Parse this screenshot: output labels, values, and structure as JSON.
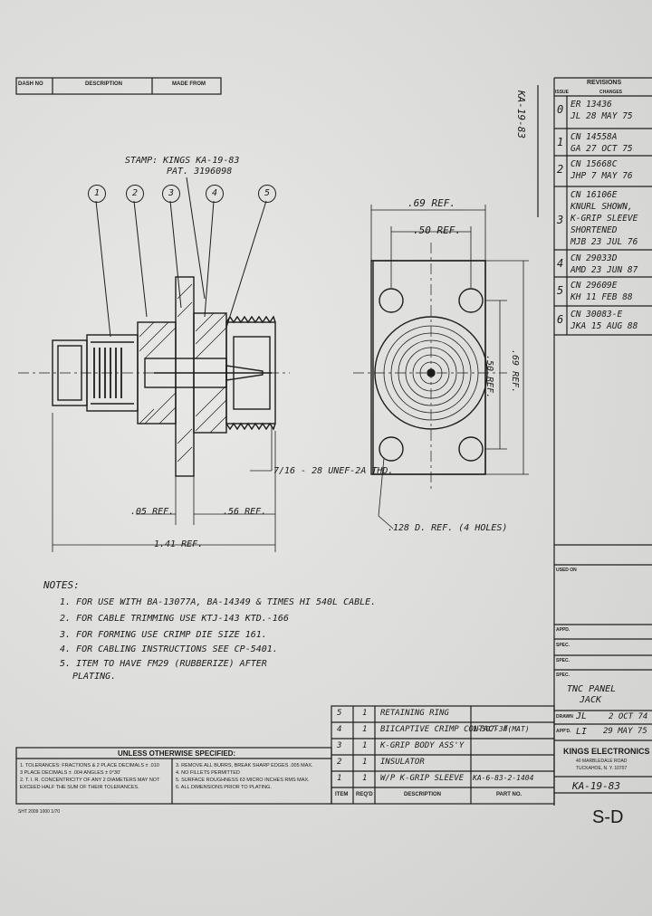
{
  "title_block_header": {
    "dash_no": "DASH NO",
    "description": "DESCRIPTION",
    "made_from": "MADE FROM"
  },
  "stamp": {
    "line1": "STAMP: KINGS KA-19-83",
    "line2": "PAT. 3196098"
  },
  "balloons": [
    "1",
    "2",
    "3",
    "4",
    "5"
  ],
  "dimensions": {
    "ref_69_top": ".69 REF.",
    "ref_50": ".50 REF.",
    "ref_50_v": ".50 REF.",
    "ref_69_v": ".69 REF.",
    "thread": "7/16 - 28 UNEF-2A THD.",
    "ref_05": ".05 REF.",
    "ref_56": ".56 REF.",
    "ref_141": "1.41 REF.",
    "holes": ".128 D. REF. (4 HOLES)"
  },
  "notes": {
    "title": "NOTES:",
    "items": [
      "1. FOR USE WITH BA-13077A, BA-14349 & TIMES   HI 540L CABLE.",
      "2. FOR CABLE TRIMMING USE KTJ-143  KTD.-166",
      "3. FOR FORMING USE CRIMP DIE SIZE 161.",
      "4. FOR CABLING INSTRUCTIONS SEE CP-5401.",
      "5. ITEM  TO HAVE FM29 (RUBBERIZE) AFTER",
      "PLATING."
    ]
  },
  "revisions": {
    "title": "REVISIONS",
    "col_issue": "ISSUE",
    "col_changes": "CHANGES",
    "rows": [
      {
        "issue": "0",
        "line1": "ER 13436",
        "line2": "JL 28 MAY 75"
      },
      {
        "issue": "1",
        "line1": "CN 14558A",
        "line2": "GA 27 OCT 75"
      },
      {
        "issue": "2",
        "line1": "CN 15668C",
        "line2": "JHP 7 MAY 76"
      },
      {
        "issue": "3",
        "line1": "CN 16106E",
        "line2": "KNURL SHOWN,",
        "line3": "K-GRIP SLEEVE",
        "line4": "SHORTENED",
        "line5": "MJB 23 JUL 76"
      },
      {
        "issue": "4",
        "line1": "CN 29033D",
        "line2": "AMD 23 JUN 87"
      },
      {
        "issue": "5",
        "line1": "CN 29609E",
        "line2": "KH 11 FEB 88"
      },
      {
        "issue": "6",
        "line1": "CN 30083-E",
        "line2": "JKA 15 AUG 88"
      }
    ]
  },
  "side_part_no": "KA-19-83",
  "used_on": "USED ON",
  "right_labels": [
    "APPD.",
    "SPEC.",
    "SPEC.",
    "SPEC."
  ],
  "bom": {
    "rows": [
      {
        "item": "5",
        "qty": "1",
        "desc": "RETAINING RING",
        "part": ""
      },
      {
        "item": "4",
        "qty": "1",
        "desc": "BIICAPTIVE CRIMP CONTACT F",
        "part": "1-507-34(MAT)"
      },
      {
        "item": "3",
        "qty": "1",
        "desc": "K-GRIP BODY ASS'Y",
        "part": ""
      },
      {
        "item": "2",
        "qty": "1",
        "desc": "INSULATOR",
        "part": ""
      },
      {
        "item": "1",
        "qty": "1",
        "desc": "W/P K-GRIP SLEEVE",
        "part": "KA-6-83-2-1404"
      }
    ],
    "header": {
      "item": "ITEM",
      "qty": "REQ'D",
      "desc": "DESCRIPTION",
      "part": "PART NO."
    }
  },
  "unless": {
    "title": "UNLESS OTHERWISE SPECIFIED:",
    "left": [
      "1.  TOLERANCES: FRACTIONS & 2 PLACE DECIMALS ± .010",
      "    3 PLACE DECIMALS ± .004          ANGLES ± 0°30'",
      "2.  T. I. R. CONCENTRICITY OF ANY 2 DIAMETERS MAY NOT",
      "    EXCEED HALF THE SUM OF THEIR TOLERANCES."
    ],
    "right": [
      "3.  REMOVE ALL BURRS, BREAK SHARP EDGES .005 MAX.",
      "4.  NO FILLETS PERMITTED",
      "5.  SURFACE ROUGHNESS 63 MICRO INCHES RMS MAX.",
      "6.  ALL DIMENSIONS PRIOR TO PLATING."
    ]
  },
  "title_block": {
    "title_line1": "TNC PANEL",
    "title_line2": "JACK",
    "drawn_label": "DRAWN",
    "drawn": "JL",
    "date1": "2 OCT 74",
    "appd_label": "APP'D.",
    "appd": "LI",
    "date2": "29 MAY 75",
    "company": "KINGS ELECTRONICS",
    "address1": "40 MARBLEDALE ROAD",
    "address2": "TUCKAHOE, N. Y. 10707",
    "part_no": "KA-19-83",
    "size": "S-D"
  },
  "form_no": "SHT 2009 1000  1/70"
}
